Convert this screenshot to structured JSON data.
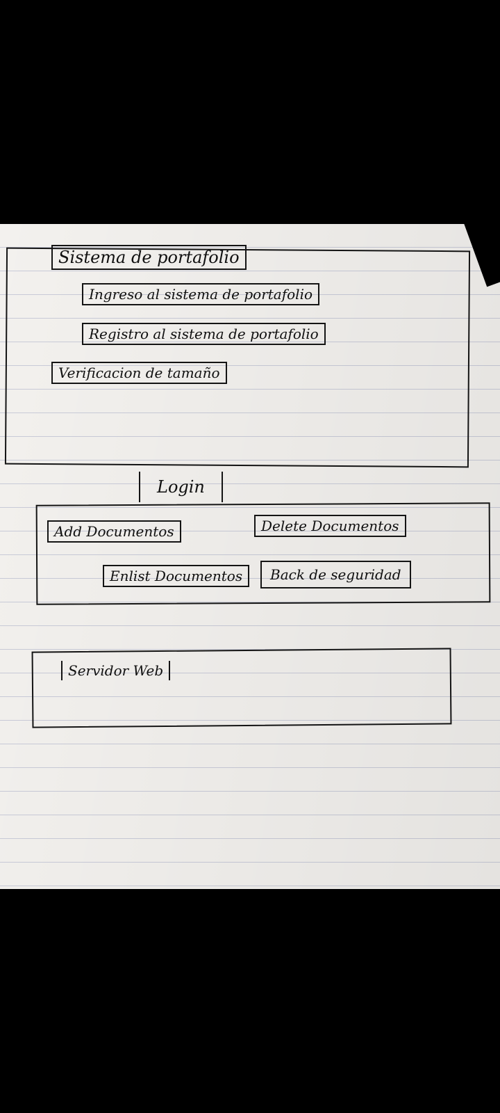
{
  "diagram": {
    "top_section": {
      "title": "Sistema de portafolio",
      "items": [
        "Ingreso al sistema de portafolio",
        "Registro al sistema de portafolio",
        "Verificacion de tamaño"
      ]
    },
    "login": {
      "label": "Login"
    },
    "documents_section": {
      "items": [
        "Add Documentos",
        "Delete Documentos",
        "Enlist Documentos",
        "Back de seguridad"
      ]
    },
    "server_section": {
      "label": "Servidor Web"
    }
  }
}
